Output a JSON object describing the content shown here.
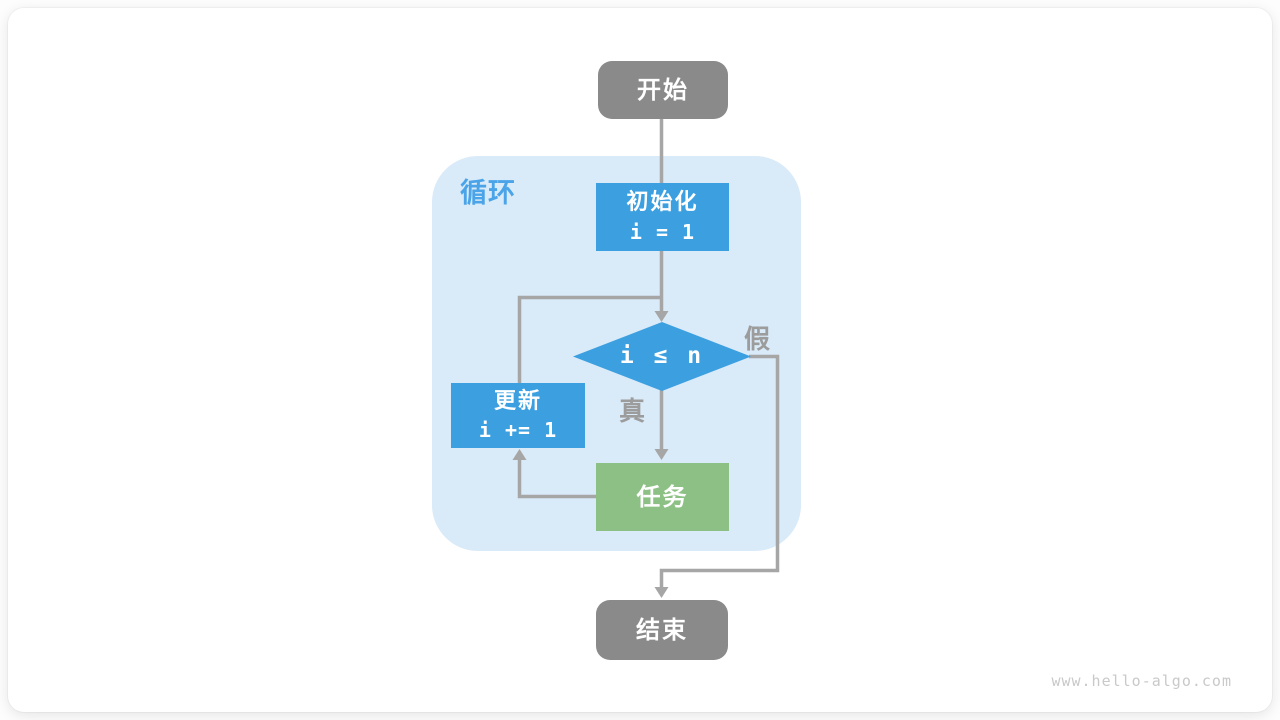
{
  "diagram": {
    "container": {
      "label": "循环"
    },
    "nodes": {
      "start": {
        "label": "开始"
      },
      "init": {
        "label": "初始化",
        "code": "i = 1"
      },
      "condition": {
        "label": "i ≤ n"
      },
      "task": {
        "label": "任务"
      },
      "update": {
        "label": "更新",
        "code": "i += 1"
      },
      "end": {
        "label": "结束"
      }
    },
    "edge_labels": {
      "true_label": "真",
      "false_label": "假"
    },
    "colors": {
      "node_gray": "#8a8a8a",
      "node_blue": "#3b9fe0",
      "node_green": "#8cc084",
      "loop_bg": "#d9eaf8",
      "loop_label": "#4ba4e8",
      "edge": "#a6a6a6",
      "edge_label": "#9c9c9c",
      "watermark": "#c9c9c9"
    }
  },
  "footer": {
    "watermark": "www.hello-algo.com"
  }
}
